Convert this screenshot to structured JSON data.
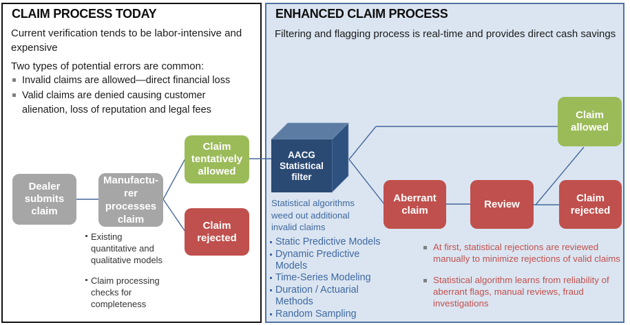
{
  "left_panel": {
    "title": "CLAIM PROCESS TODAY",
    "intro": "Current verification tends to be labor-intensive and expensive",
    "errors_heading": "Two types of potential errors are common:",
    "error_bullets": [
      "Invalid claims are allowed—direct financial loss",
      "Valid claims are denied causing customer alienation, loss of reputation and legal fees"
    ],
    "nodes": {
      "dealer": "Dealer submits claim",
      "manufacturer_lines": [
        "Manufactu-",
        "rer",
        "processes",
        "claim"
      ],
      "tentatively_allowed": "Claim tentatively allowed",
      "rejected": "Claim rejected"
    },
    "manufacturer_notes": [
      "Existing quantitative and qualitative models",
      "Claim processing checks for completeness"
    ]
  },
  "right_panel": {
    "title": "ENHANCED CLAIM PROCESS",
    "intro": "Filtering and flagging process is real-time and provides direct cash savings",
    "filter_node_lines": [
      "AACG",
      "Statistical",
      "filter"
    ],
    "filter_caption": "Statistical algorithms weed out additional invalid claims",
    "method_bullets": [
      [
        "Static Predictive Models"
      ],
      [
        "Dynamic Predictive",
        "Models"
      ],
      [
        "Time-Series Modeling"
      ],
      [
        "Duration / Actuarial",
        "Methods"
      ],
      [
        "Random Sampling"
      ]
    ],
    "nodes": {
      "allowed": "Claim allowed",
      "aberrant": "Aberrant claim",
      "review": "Review",
      "rejected": "Claim rejected"
    },
    "review_bullets": [
      "At first, statistical rejections are reviewed manually to minimize rejections of valid claims",
      "Statistical algorithm learns from reliability of aberrant flags, manual reviews, fraud investigations"
    ]
  },
  "colors": {
    "node_green": "#9bbb59",
    "node_red": "#c0504d",
    "node_gray": "#a6a6a6",
    "cube_front": "#2a4a73",
    "cube_top": "#5c7ca3",
    "cube_side": "#2e5180",
    "right_panel_bg": "#dbe5f1",
    "right_panel_border": "#4f72a0",
    "blue_text": "#3e68a0",
    "red_text": "#c0504d",
    "connector": "#44679a"
  }
}
